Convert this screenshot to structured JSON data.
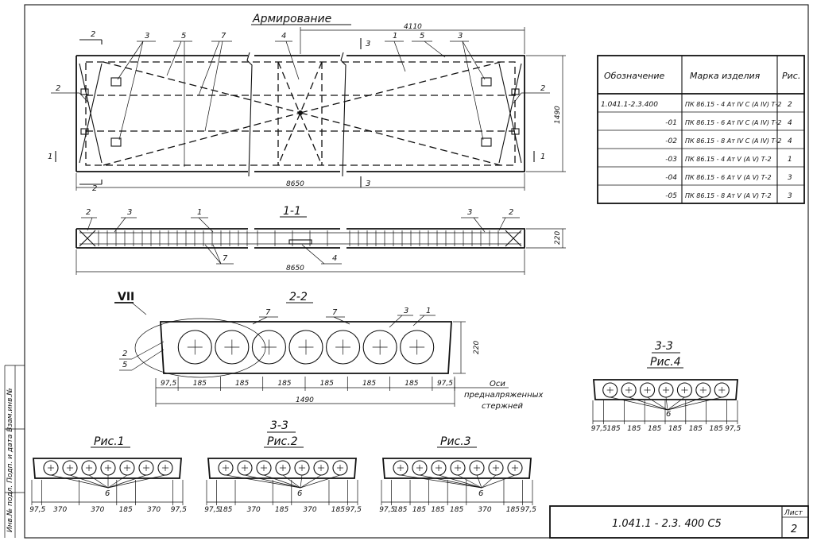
{
  "titles": {
    "main": "Армирование",
    "section11": "1-1",
    "section22": "2-2",
    "section33_a": "3-3",
    "pic4": "Рис.4",
    "section33_b": "3-3",
    "pic2": "Рис.2",
    "pic1": "Рис.1",
    "pic3": "Рис.3",
    "detail": "VII"
  },
  "plan": {
    "dim_length": "8650",
    "dim_half": "4110",
    "dim_width": "1490",
    "cut2": "2",
    "cut1": "1",
    "cut3": "3",
    "callouts": [
      "2",
      "3",
      "5",
      "7",
      "4",
      "1",
      "5",
      "3",
      "2"
    ]
  },
  "section11": {
    "dim_length": "8650",
    "dim_height": "220",
    "callouts": [
      "2",
      "3",
      "1",
      "3",
      "2",
      "7",
      "4"
    ]
  },
  "section22": {
    "dims": [
      "97,5",
      "185",
      "185",
      "185",
      "185",
      "185",
      "185",
      "97,5"
    ],
    "total": "1490",
    "height": "220",
    "callouts": [
      "7",
      "7",
      "3",
      "1",
      "2",
      "5"
    ],
    "note": [
      "Оси",
      "предналряженных",
      "стержней"
    ]
  },
  "pic4": {
    "dims": [
      "97,5",
      "185",
      "185",
      "185",
      "185",
      "185",
      "185",
      "97,5"
    ],
    "callout": "6"
  },
  "pic1": {
    "dims": [
      "97,5",
      "370",
      "370",
      "185",
      "370",
      "97,5"
    ],
    "callout": "6"
  },
  "pic2": {
    "dims": [
      "97,5",
      "185",
      "370",
      "185",
      "370",
      "185",
      "97,5"
    ],
    "callout": "6"
  },
  "pic3": {
    "dims": [
      "97,5",
      "185",
      "185",
      "185",
      "185",
      "370",
      "185",
      "97,5"
    ],
    "callout": "6"
  },
  "table": {
    "headers": [
      "Обозначение",
      "Марка изделия",
      "Рис."
    ],
    "rows": [
      [
        "1.041.1-2.3.400",
        "ПК 86.15 - 4 Ат IV С (А IV) Т-2",
        "2"
      ],
      [
        "-01",
        "ПК 86.15 - 6 Ат IV С (А IV) Т-2",
        "4"
      ],
      [
        "-02",
        "ПК 86.15 - 8 Ат IV С (А IV) Т-2",
        "4"
      ],
      [
        "-03",
        "ПК 86.15 - 4 Ат V (А V) Т-2",
        "1"
      ],
      [
        "-04",
        "ПК 86.15 - 6 Ат V (А V) Т-2",
        "3"
      ],
      [
        "-05",
        "ПК 86.15 - 8 Ат V (А V) Т-2",
        "3"
      ]
    ]
  },
  "stamp": {
    "code": "1.041.1 - 2.3. 400 С5",
    "sheet_label": "Лист",
    "sheet_no": "2"
  },
  "side_text": "Инв.№ подл.  Подп. и дата  Взам.инв.№"
}
